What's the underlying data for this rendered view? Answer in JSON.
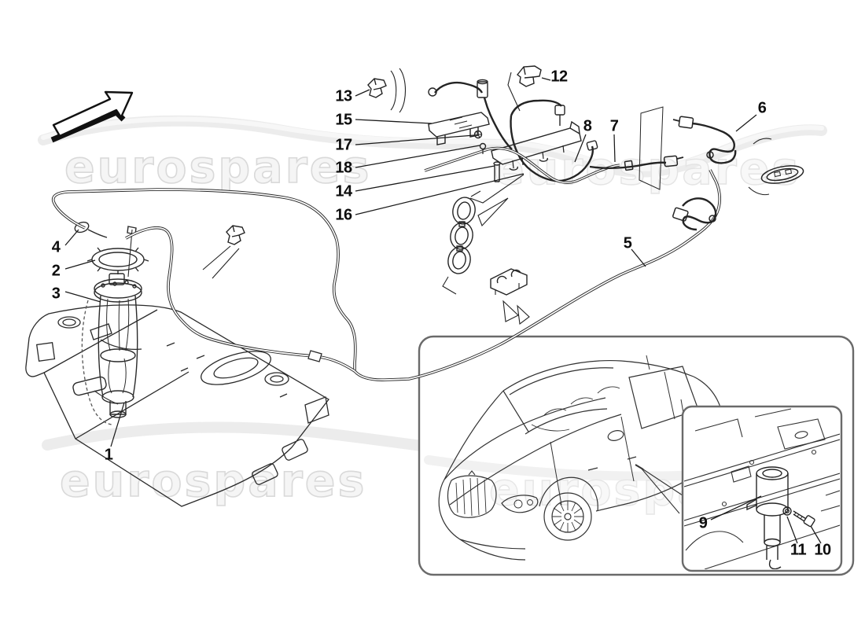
{
  "watermark": {
    "text": "eurospares"
  },
  "icons": {
    "direction_arrow": "up-right-block-arrow"
  },
  "callouts": [
    {
      "label": "1"
    },
    {
      "label": "2"
    },
    {
      "label": "3"
    },
    {
      "label": "4"
    },
    {
      "label": "5"
    },
    {
      "label": "6"
    },
    {
      "label": "7"
    },
    {
      "label": "8"
    },
    {
      "label": "9"
    },
    {
      "label": "10"
    },
    {
      "label": "11"
    },
    {
      "label": "12"
    },
    {
      "label": "13"
    },
    {
      "label": "14"
    },
    {
      "label": "15"
    },
    {
      "label": "16"
    },
    {
      "label": "17"
    },
    {
      "label": "18"
    }
  ]
}
